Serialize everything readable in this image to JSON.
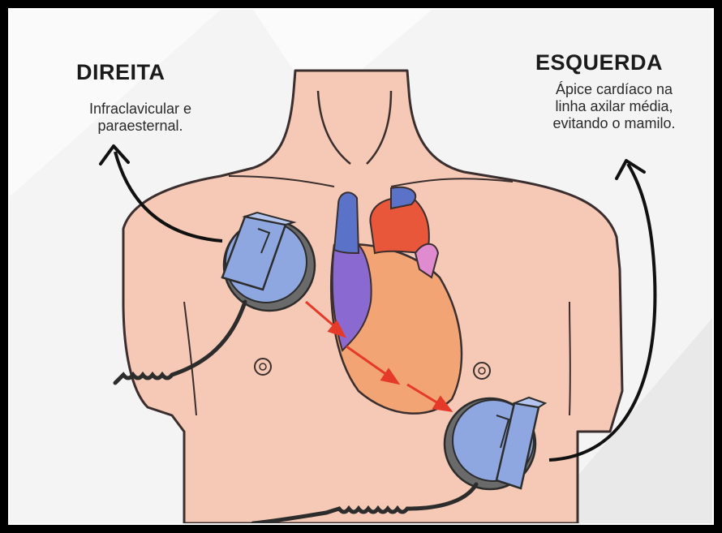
{
  "right_side": {
    "title": "DIREITA",
    "description_line1": "Infraclavicular e",
    "description_line2": "paraesternal."
  },
  "left_side": {
    "title": "ESQUERDA",
    "description_line1": "Ápice cardíaco na",
    "description_line2": "linha axilar média,",
    "description_line3": "evitando o mamilo."
  },
  "colors": {
    "skin": "#f5c9b5",
    "outline": "#3a2e2e",
    "paddle": "#8ea7e0",
    "paddle_dark": "#5a6f9f",
    "heart_orange": "#f2a474",
    "heart_red": "#e8573a",
    "heart_blue": "#5a73c8",
    "heart_purple": "#8a6ad0",
    "arrow_red": "#e53a2a",
    "cable": "#2c2c2c"
  }
}
